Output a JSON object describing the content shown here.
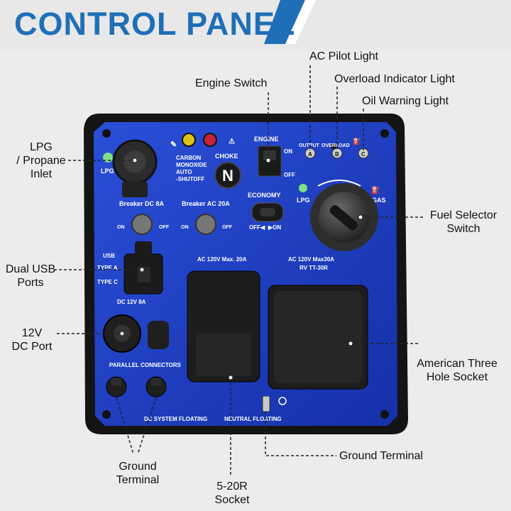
{
  "header": {
    "title": "CONTROL PANEL",
    "accent_color": "#1f6fb8"
  },
  "callouts": {
    "ac_pilot_light": "AC Pilot Light",
    "engine_switch": "Engine Switch",
    "overload_indicator_light": "Overload Indicator Light",
    "oil_warning_light": "Oil Warning Light",
    "lpg_inlet_line1": "LPG",
    "lpg_inlet_line2": "/ Propane",
    "lpg_inlet_line3": "Inlet",
    "fuel_selector_line1": "Fuel Selector",
    "fuel_selector_line2": "Switch",
    "dual_usb_line1": "Dual USB",
    "dual_usb_line2": "Ports",
    "dc_port_line1": "12V",
    "dc_port_line2": "DC Port",
    "american_socket_line1": "American Three",
    "american_socket_line2": "Hole Socket",
    "ground_terminal_right": "Ground Terminal",
    "ground_terminal_left_line1": "Ground",
    "ground_terminal_left_line2": "Terminal",
    "socket_5_20r_line1": "5-20R",
    "socket_5_20r_line2": "Socket"
  },
  "panel_labels": {
    "lpg": "LPG",
    "carbon": "CARBON",
    "monoxide": "MONOXIDE",
    "auto": "AUTO",
    "shutoff": "-SHUTOFF",
    "choke": "CHOKE",
    "choke_knob": "N",
    "engine": "ENGINE",
    "on": "ON",
    "off": "OFF",
    "output": "OUTPUT",
    "overload": "OVERLOAD",
    "breaker_dc": "Breaker DC 8A",
    "breaker_ac": "Breaker AC 20A",
    "economy": "ECONOMY",
    "economy_off": "OFF◀",
    "economy_on": "▶ON",
    "lpg_selector": "LPG",
    "gas_selector": "GAS",
    "usb": "USB",
    "type_a": "TYPE A",
    "type_c": "TYPE C",
    "dc_12v": "DC 12V 8A",
    "ac_120v_20a": "AC 120V Max. 20A",
    "ac_120v_30a": "AC 120V Max30A",
    "rv_tt_30r": "RV TT-30R",
    "parallel_connectors": "PARALLEL CONNECTORS",
    "dc_system_floating": "DC SYSTEM FLOATING",
    "neutral_floating": "NEUTRAL FLOATING",
    "light_a": "A",
    "light_b": "B",
    "light_c": "C"
  },
  "colors": {
    "panel_blue": "#1e3fc4",
    "frame_dark": "#1a1a1a",
    "lpg_green": "#7fe08a"
  }
}
